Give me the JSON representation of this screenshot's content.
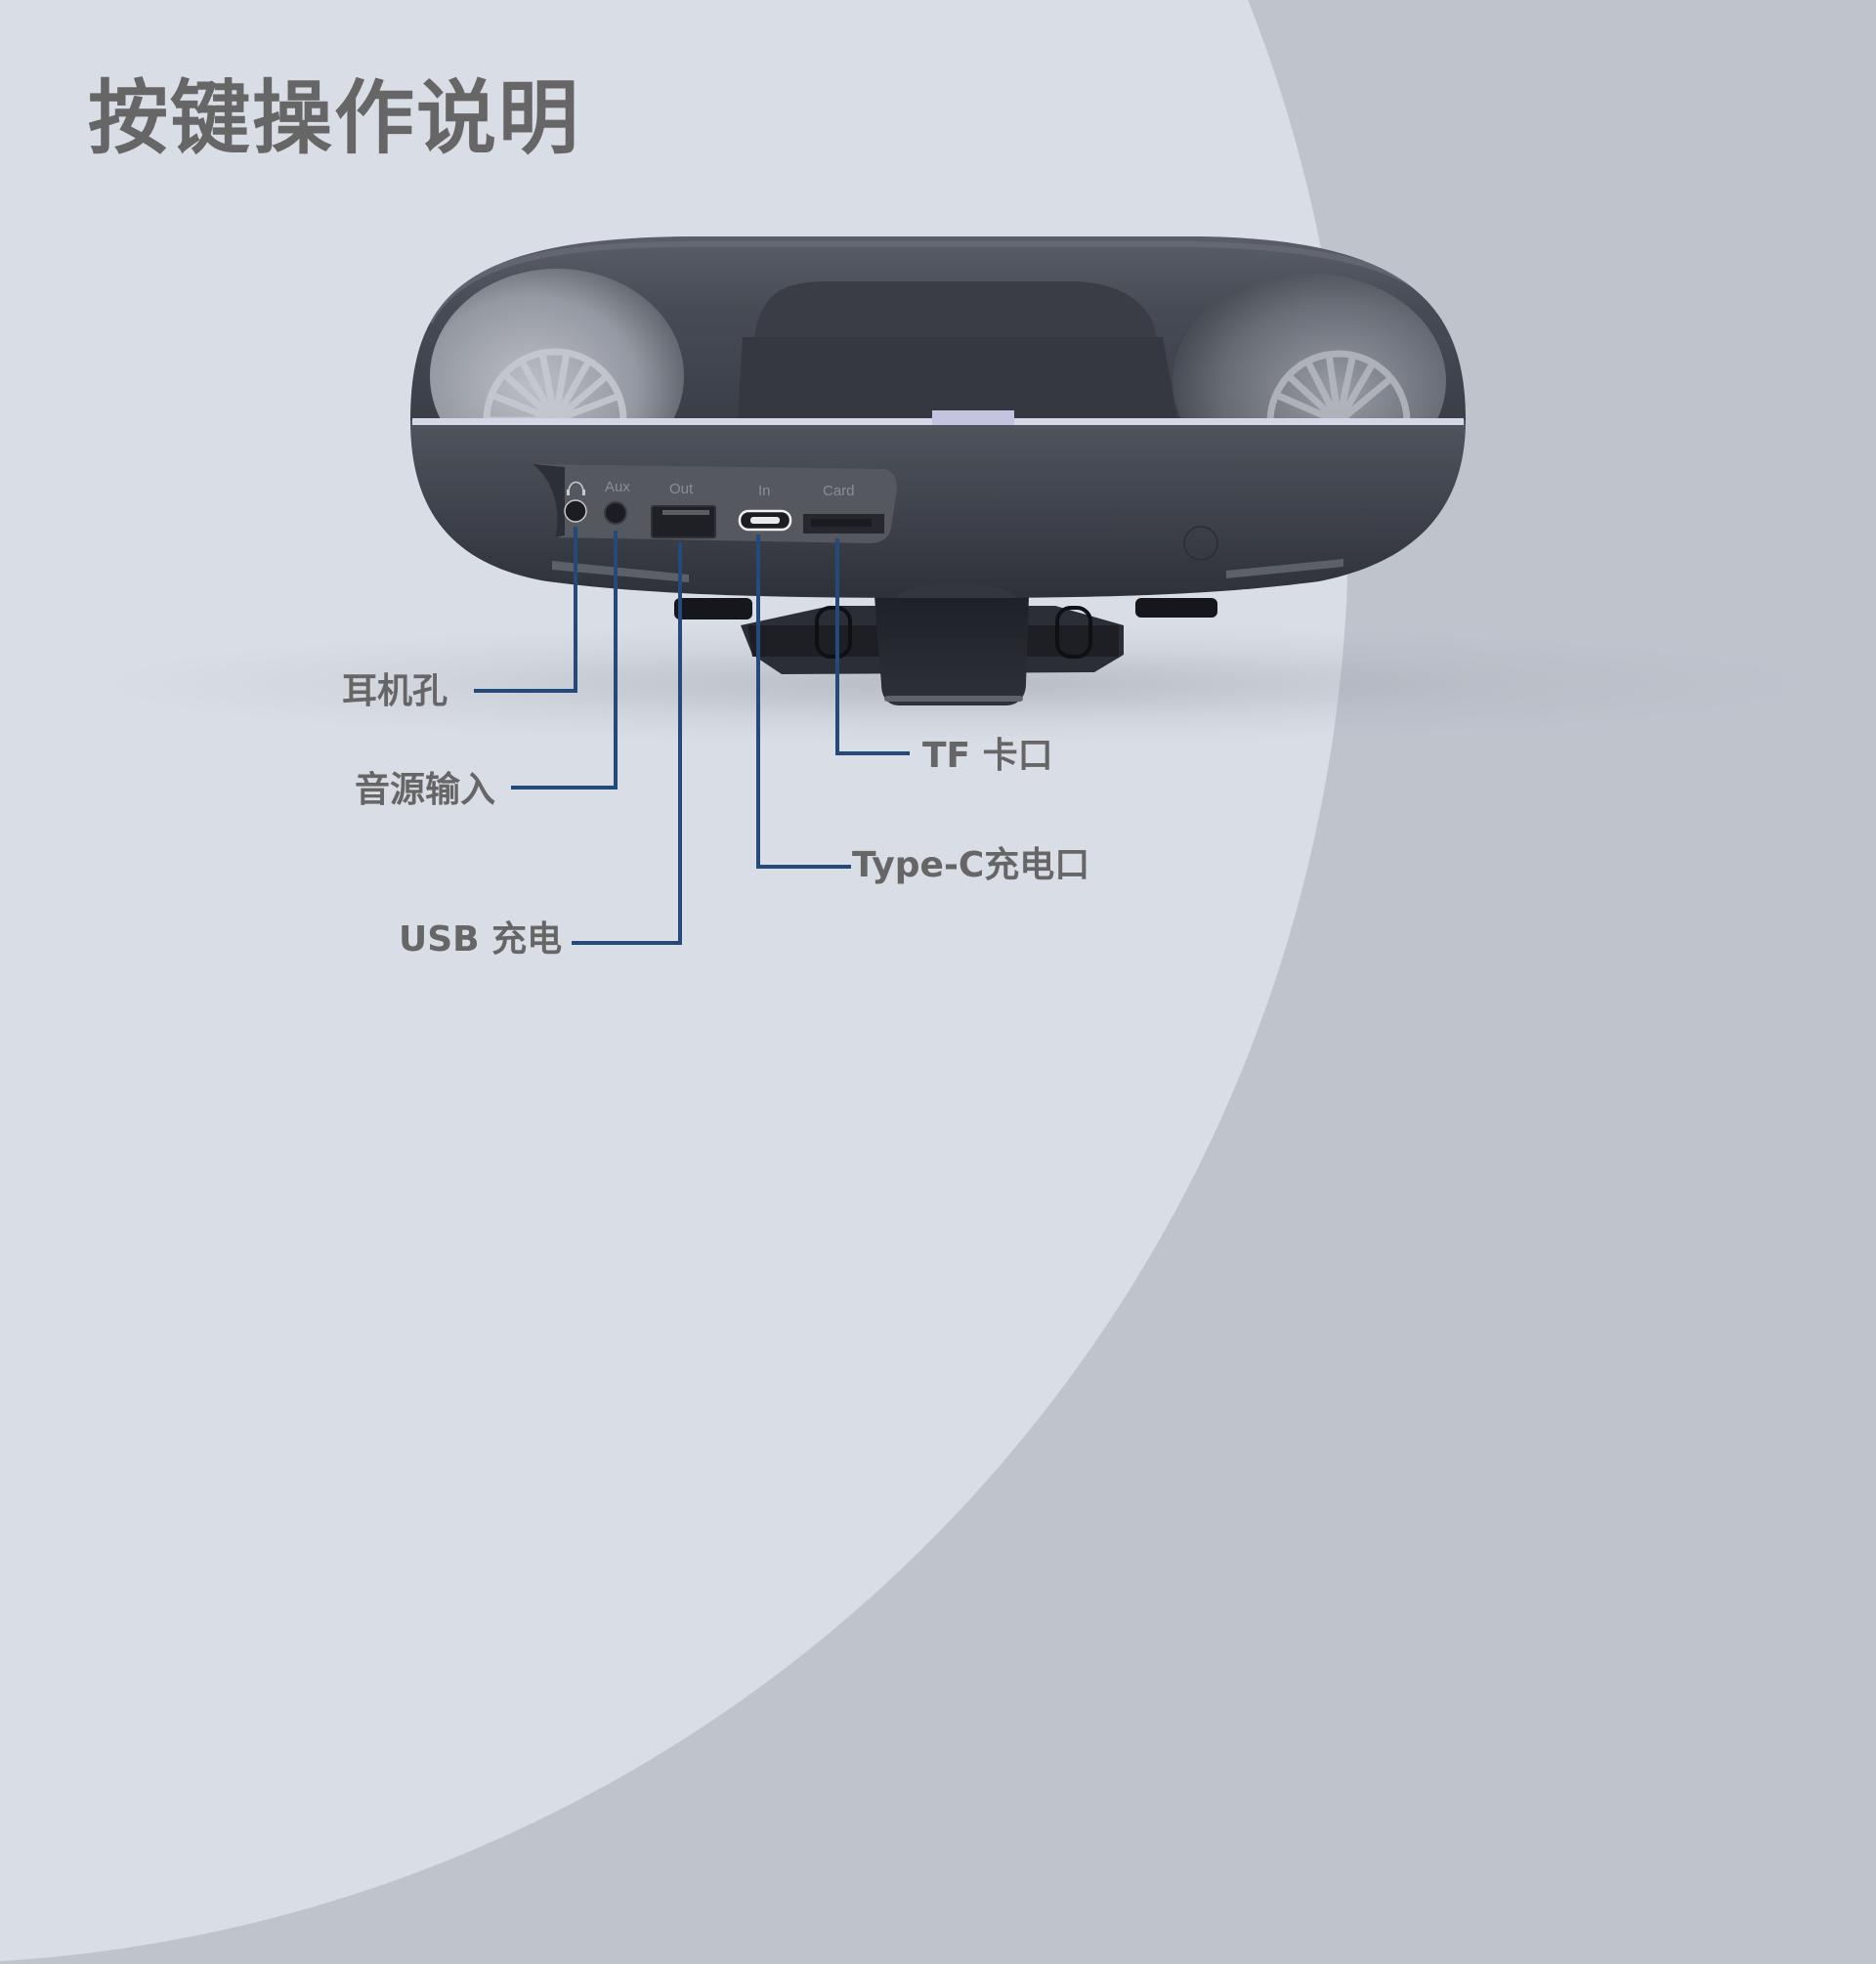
{
  "page": {
    "title": "按键操作说明",
    "colors": {
      "background_light": "#d9dde5",
      "background_dark": "#bfc3cc",
      "text": "#666666",
      "leader_line": "#234a7a",
      "device_body": "#3f434c"
    }
  },
  "device": {
    "port_panel": {
      "ports": [
        {
          "id": "headphone",
          "icon": "headphone-icon",
          "label": ""
        },
        {
          "id": "aux",
          "label": "Aux"
        },
        {
          "id": "usb_out",
          "label": "Out"
        },
        {
          "id": "typec_in",
          "label": "In"
        },
        {
          "id": "tf_card",
          "label": "Card"
        }
      ]
    }
  },
  "callouts": [
    {
      "id": "headphone",
      "label": "耳机孔"
    },
    {
      "id": "aux",
      "label": "音源输入"
    },
    {
      "id": "usb",
      "label": "USB 充电"
    },
    {
      "id": "tf",
      "label": "TF 卡口"
    },
    {
      "id": "typec",
      "label": "Type-C充电口"
    }
  ]
}
